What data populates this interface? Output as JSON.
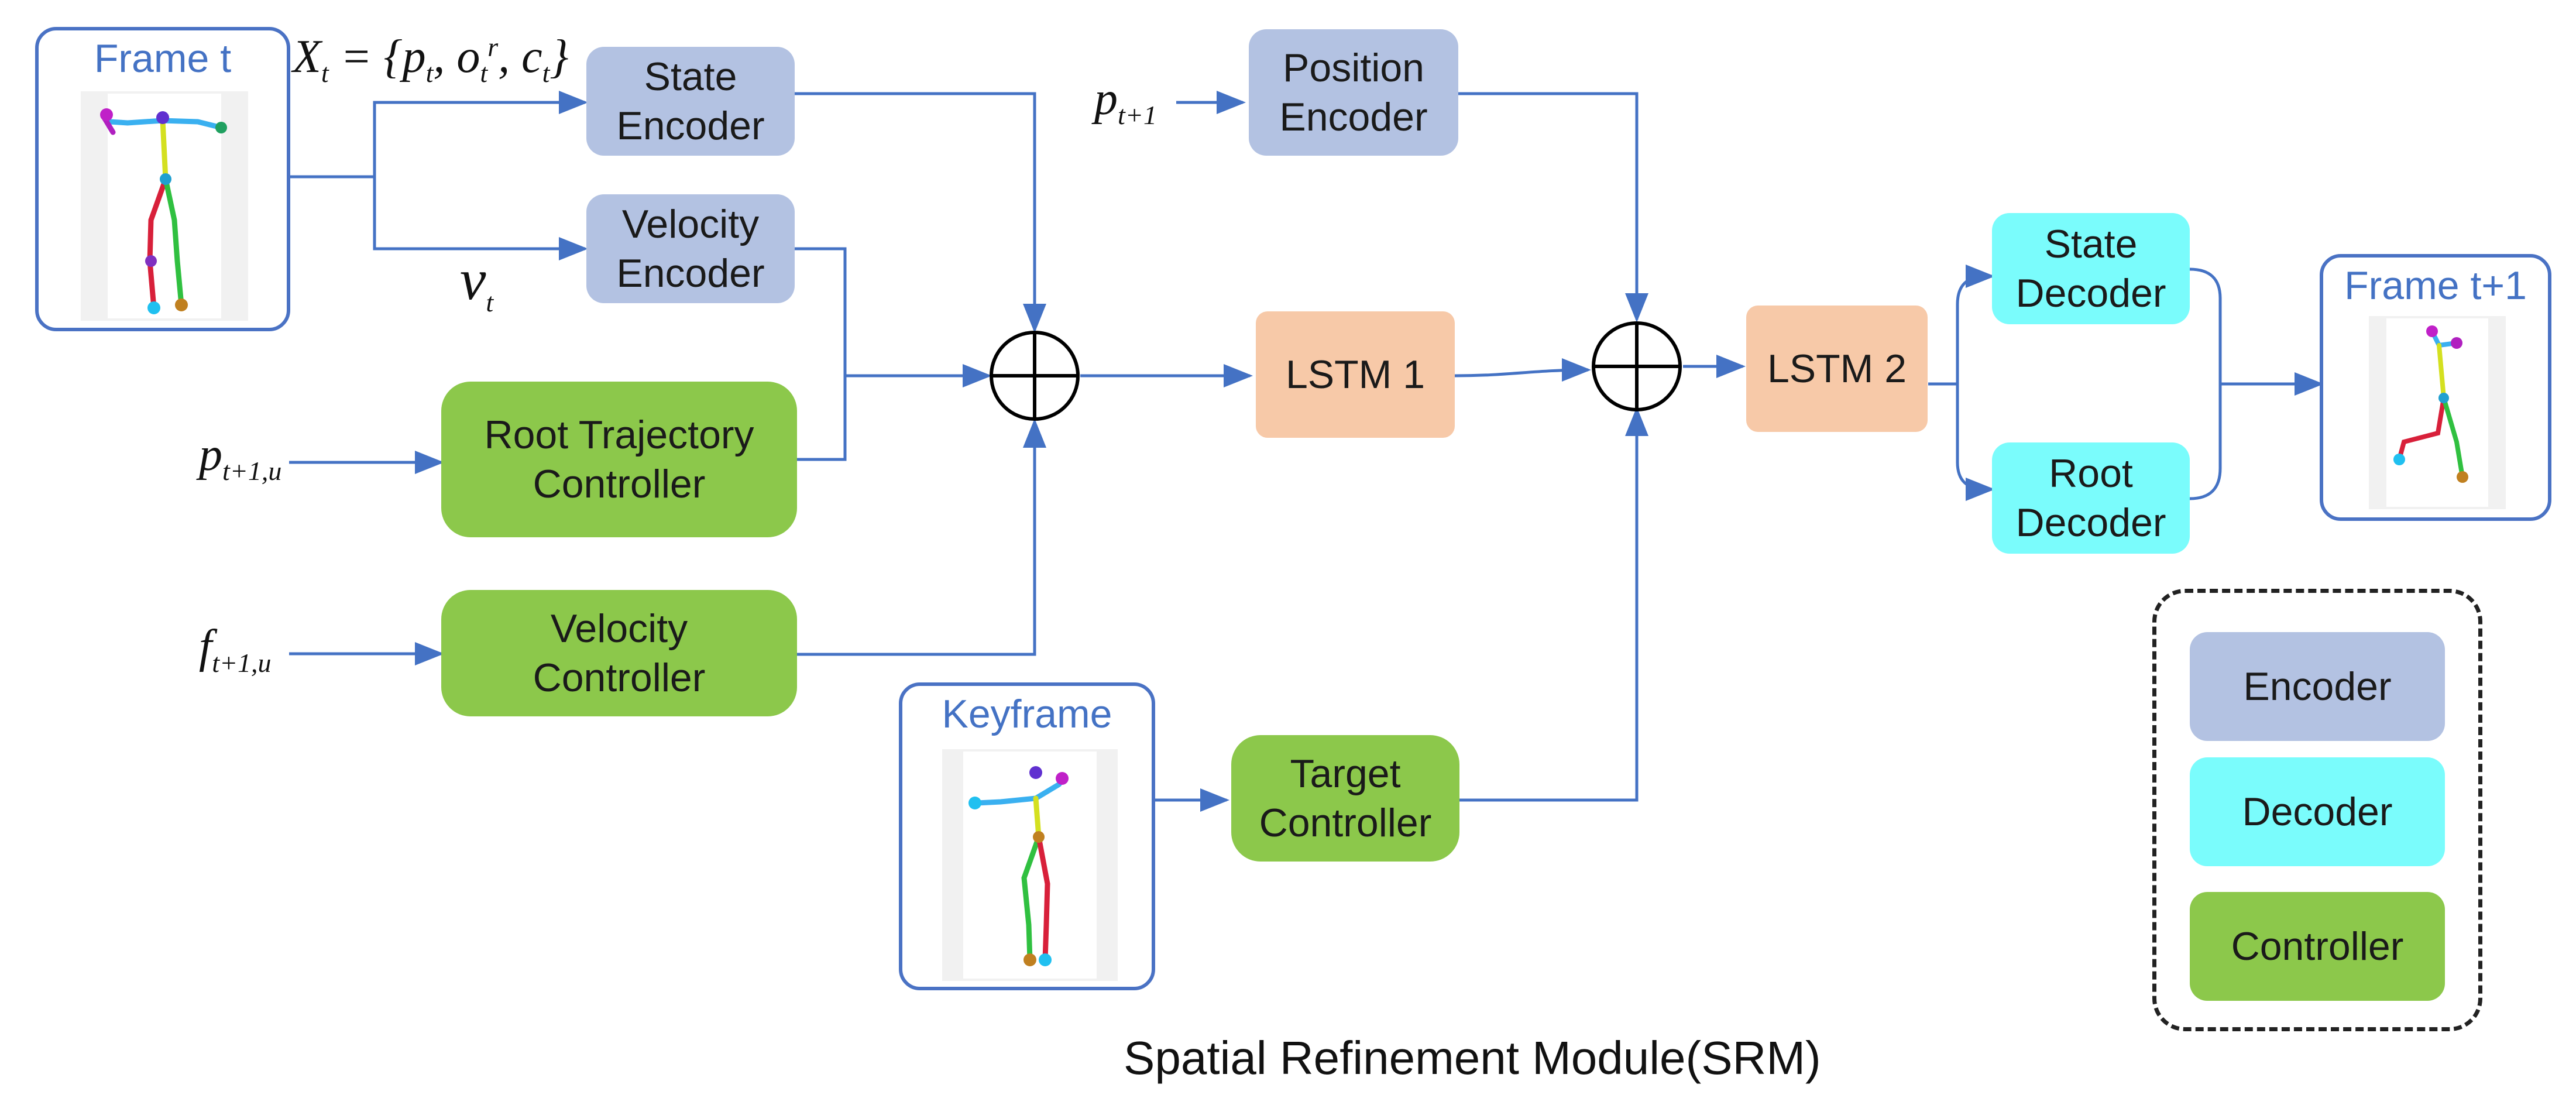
{
  "colors": {
    "encoder": "#b3c2e2",
    "decoder": "#7afcfc",
    "controller": "#8cc84b",
    "lstm": "#f7c9a8",
    "arrow": "#4472c4",
    "frame_border": "#4a72c4"
  },
  "frames": {
    "input": "Frame t",
    "output": "Frame t+1",
    "keyframe": "Keyframe"
  },
  "inputs": {
    "state": "X_t = {p_t, o_t^r, c_t}",
    "velocity": "v_t",
    "position": "p_t+1",
    "root_trajectory": "p_t+1,u",
    "velocity_ctrl": "f_t+1,u"
  },
  "blocks": {
    "state_encoder": "State\nEncoder",
    "velocity_encoder": "Velocity\nEncoder",
    "position_encoder": "Position\nEncoder",
    "root_trajectory_controller": "Root Trajectory\nController",
    "velocity_controller": "Velocity\nController",
    "target_controller": "Target\nController",
    "lstm1": "LSTM 1",
    "lstm2": "LSTM 2",
    "state_decoder": "State\nDecoder",
    "root_decoder": "Root\nDecoder"
  },
  "legend": [
    {
      "label": "Encoder",
      "kind": "encoder"
    },
    {
      "label": "Decoder",
      "kind": "decoder"
    },
    {
      "label": "Controller",
      "kind": "controller"
    }
  ],
  "caption": "Spatial Refinement Module(SRM)"
}
